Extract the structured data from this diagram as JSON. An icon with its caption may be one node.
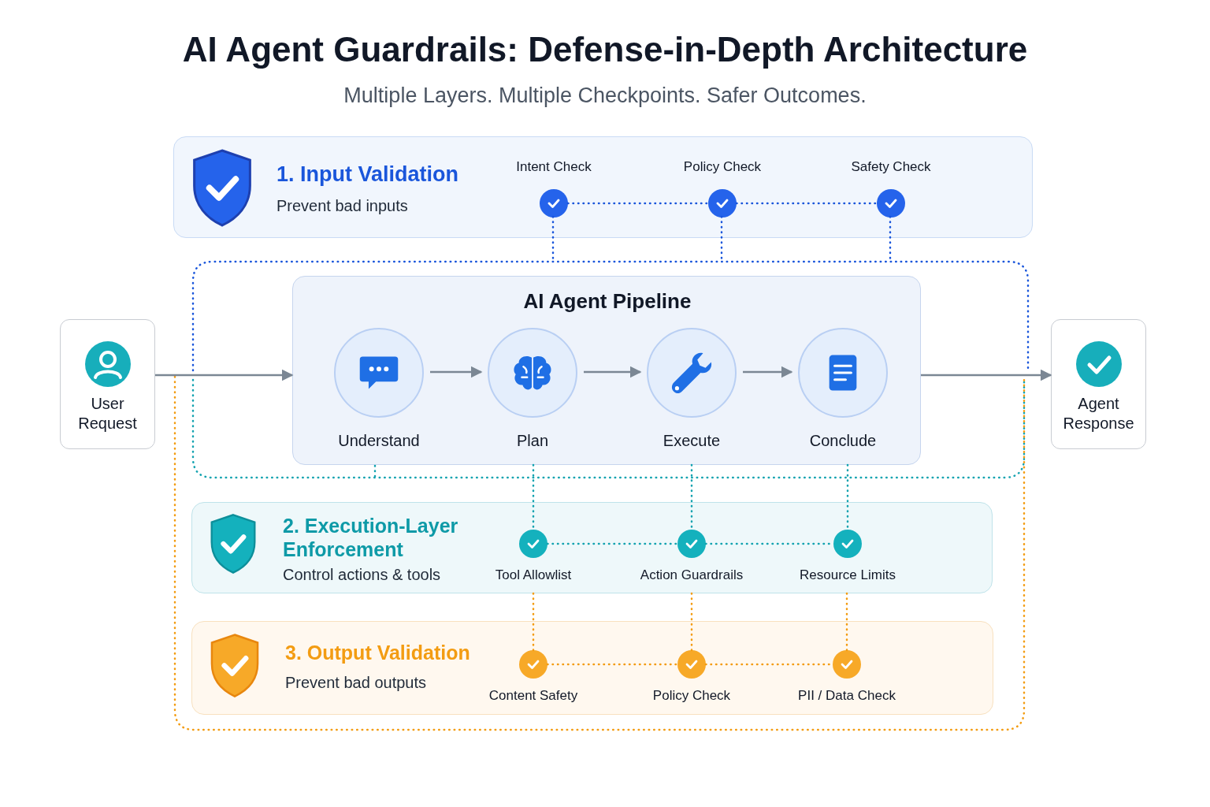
{
  "diagram": {
    "title": "AI Agent Guardrails: Defense-in-Depth Architecture",
    "nodes": [
      {
        "text": [
          "1. Input Validation",
          "Prevent bad inputs"
        ]
      },
      {
        "text": [],
        "shape": "circle",
        "in": 0,
        "beside": [
          "Intent Check"
        ]
      },
      {
        "text": [],
        "shape": "circle",
        "in": 0,
        "beside": [
          "Policy Check"
        ]
      },
      {
        "text": [],
        "shape": "circle",
        "in": 0,
        "beside": [
          "Safety Check"
        ]
      },
      {
        "text": [
          "User Request"
        ]
      },
      {
        "text": [
          "AI Agent Pipeline"
        ]
      },
      {
        "text": [
          "Understand"
        ],
        "in": 5
      },
      {
        "text": [
          "Plan"
        ],
        "in": 5
      },
      {
        "text": [
          "Execute"
        ],
        "in": 5
      },
      {
        "text": [
          "Conclude"
        ],
        "in": 5
      },
      {
        "text": [
          "Agent Response"
        ]
      },
      {
        "text": [
          "2. Execution-Layer Enforcement",
          "Control actions & tools"
        ]
      },
      {
        "text": [],
        "shape": "circle",
        "in": 11,
        "beside": [
          "Tool Allowlist"
        ]
      },
      {
        "text": [],
        "shape": "circle",
        "in": 11,
        "beside": [
          "Action Guardrails"
        ]
      },
      {
        "text": [],
        "shape": "circle",
        "in": 11,
        "beside": [
          "Resource Limits"
        ]
      },
      {
        "text": [
          "3. Output Validation",
          "Prevent bad outputs"
        ]
      },
      {
        "text": [],
        "shape": "circle",
        "in": 15,
        "beside": [
          "Content Safety"
        ]
      },
      {
        "text": [],
        "shape": "circle",
        "in": 15,
        "beside": [
          "Policy Check"
        ]
      },
      {
        "text": [],
        "shape": "circle",
        "in": 15,
        "beside": [
          "PII / Data Check"
        ]
      }
    ],
    "edges": [
      {
        "from": 4,
        "to": 5,
        "arrow": "to"
      },
      {
        "from": 6,
        "to": 7,
        "arrow": "to"
      },
      {
        "from": 7,
        "to": 8,
        "arrow": "to"
      },
      {
        "from": 8,
        "to": 9,
        "arrow": "to"
      },
      {
        "from": 5,
        "to": 10,
        "arrow": "to"
      },
      {
        "from": 1,
        "to": 2,
        "arrow": "none",
        "style": "dashed",
        "color": "#1a56db"
      },
      {
        "from": 2,
        "to": 3,
        "arrow": "none",
        "style": "dashed",
        "color": "#1a56db"
      },
      {
        "from": 5,
        "to": 12,
        "arrow": "none",
        "style": "dashed",
        "color": "#14a3b0"
      },
      {
        "from": 5,
        "to": 13,
        "arrow": "none",
        "style": "dashed",
        "color": "#14a3b0"
      },
      {
        "from": 5,
        "to": 14,
        "arrow": "none",
        "style": "dashed",
        "color": "#14a3b0"
      },
      {
        "from": 12,
        "to": 13,
        "arrow": "none",
        "style": "dashed",
        "color": "#14a3b0"
      },
      {
        "from": 13,
        "to": 14,
        "arrow": "none",
        "style": "dashed",
        "color": "#14a3b0"
      },
      {
        "from": 11,
        "to": 16,
        "arrow": "none",
        "style": "dashed",
        "color": "#f39c12"
      },
      {
        "from": 11,
        "to": 17,
        "arrow": "none",
        "style": "dashed",
        "color": "#f39c12"
      },
      {
        "from": 11,
        "to": 18,
        "arrow": "none",
        "style": "dashed",
        "color": "#f39c12"
      },
      {
        "from": 16,
        "to": 17,
        "arrow": "none",
        "style": "dashed",
        "color": "#f39c12"
      },
      {
        "from": 17,
        "to": 18,
        "arrow": "none",
        "style": "dashed",
        "color": "#f39c12"
      }
    ],
    "labels": [
      "Multiple Layers. Multiple Checkpoints. Safer Outcomes."
    ]
  }
}
